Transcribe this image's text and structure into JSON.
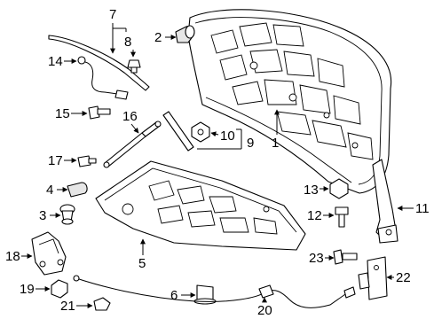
{
  "diagram": {
    "callouts": [
      {
        "id": "c1",
        "label": "1"
      },
      {
        "id": "c2",
        "label": "2"
      },
      {
        "id": "c3",
        "label": "3"
      },
      {
        "id": "c4",
        "label": "4"
      },
      {
        "id": "c5",
        "label": "5"
      },
      {
        "id": "c6",
        "label": "6"
      },
      {
        "id": "c7",
        "label": "7"
      },
      {
        "id": "c8",
        "label": "8"
      },
      {
        "id": "c9",
        "label": "9"
      },
      {
        "id": "c10",
        "label": "10"
      },
      {
        "id": "c11",
        "label": "11"
      },
      {
        "id": "c12",
        "label": "12"
      },
      {
        "id": "c13",
        "label": "13"
      },
      {
        "id": "c14",
        "label": "14"
      },
      {
        "id": "c15",
        "label": "15"
      },
      {
        "id": "c16",
        "label": "16"
      },
      {
        "id": "c17",
        "label": "17"
      },
      {
        "id": "c18",
        "label": "18"
      },
      {
        "id": "c19",
        "label": "19"
      },
      {
        "id": "c20",
        "label": "20"
      },
      {
        "id": "c21",
        "label": "21"
      },
      {
        "id": "c22",
        "label": "22"
      },
      {
        "id": "c23",
        "label": "23"
      }
    ],
    "colors": {
      "line": "#000000",
      "fill": "#ffffff",
      "shade": "#e6e6e6"
    }
  }
}
